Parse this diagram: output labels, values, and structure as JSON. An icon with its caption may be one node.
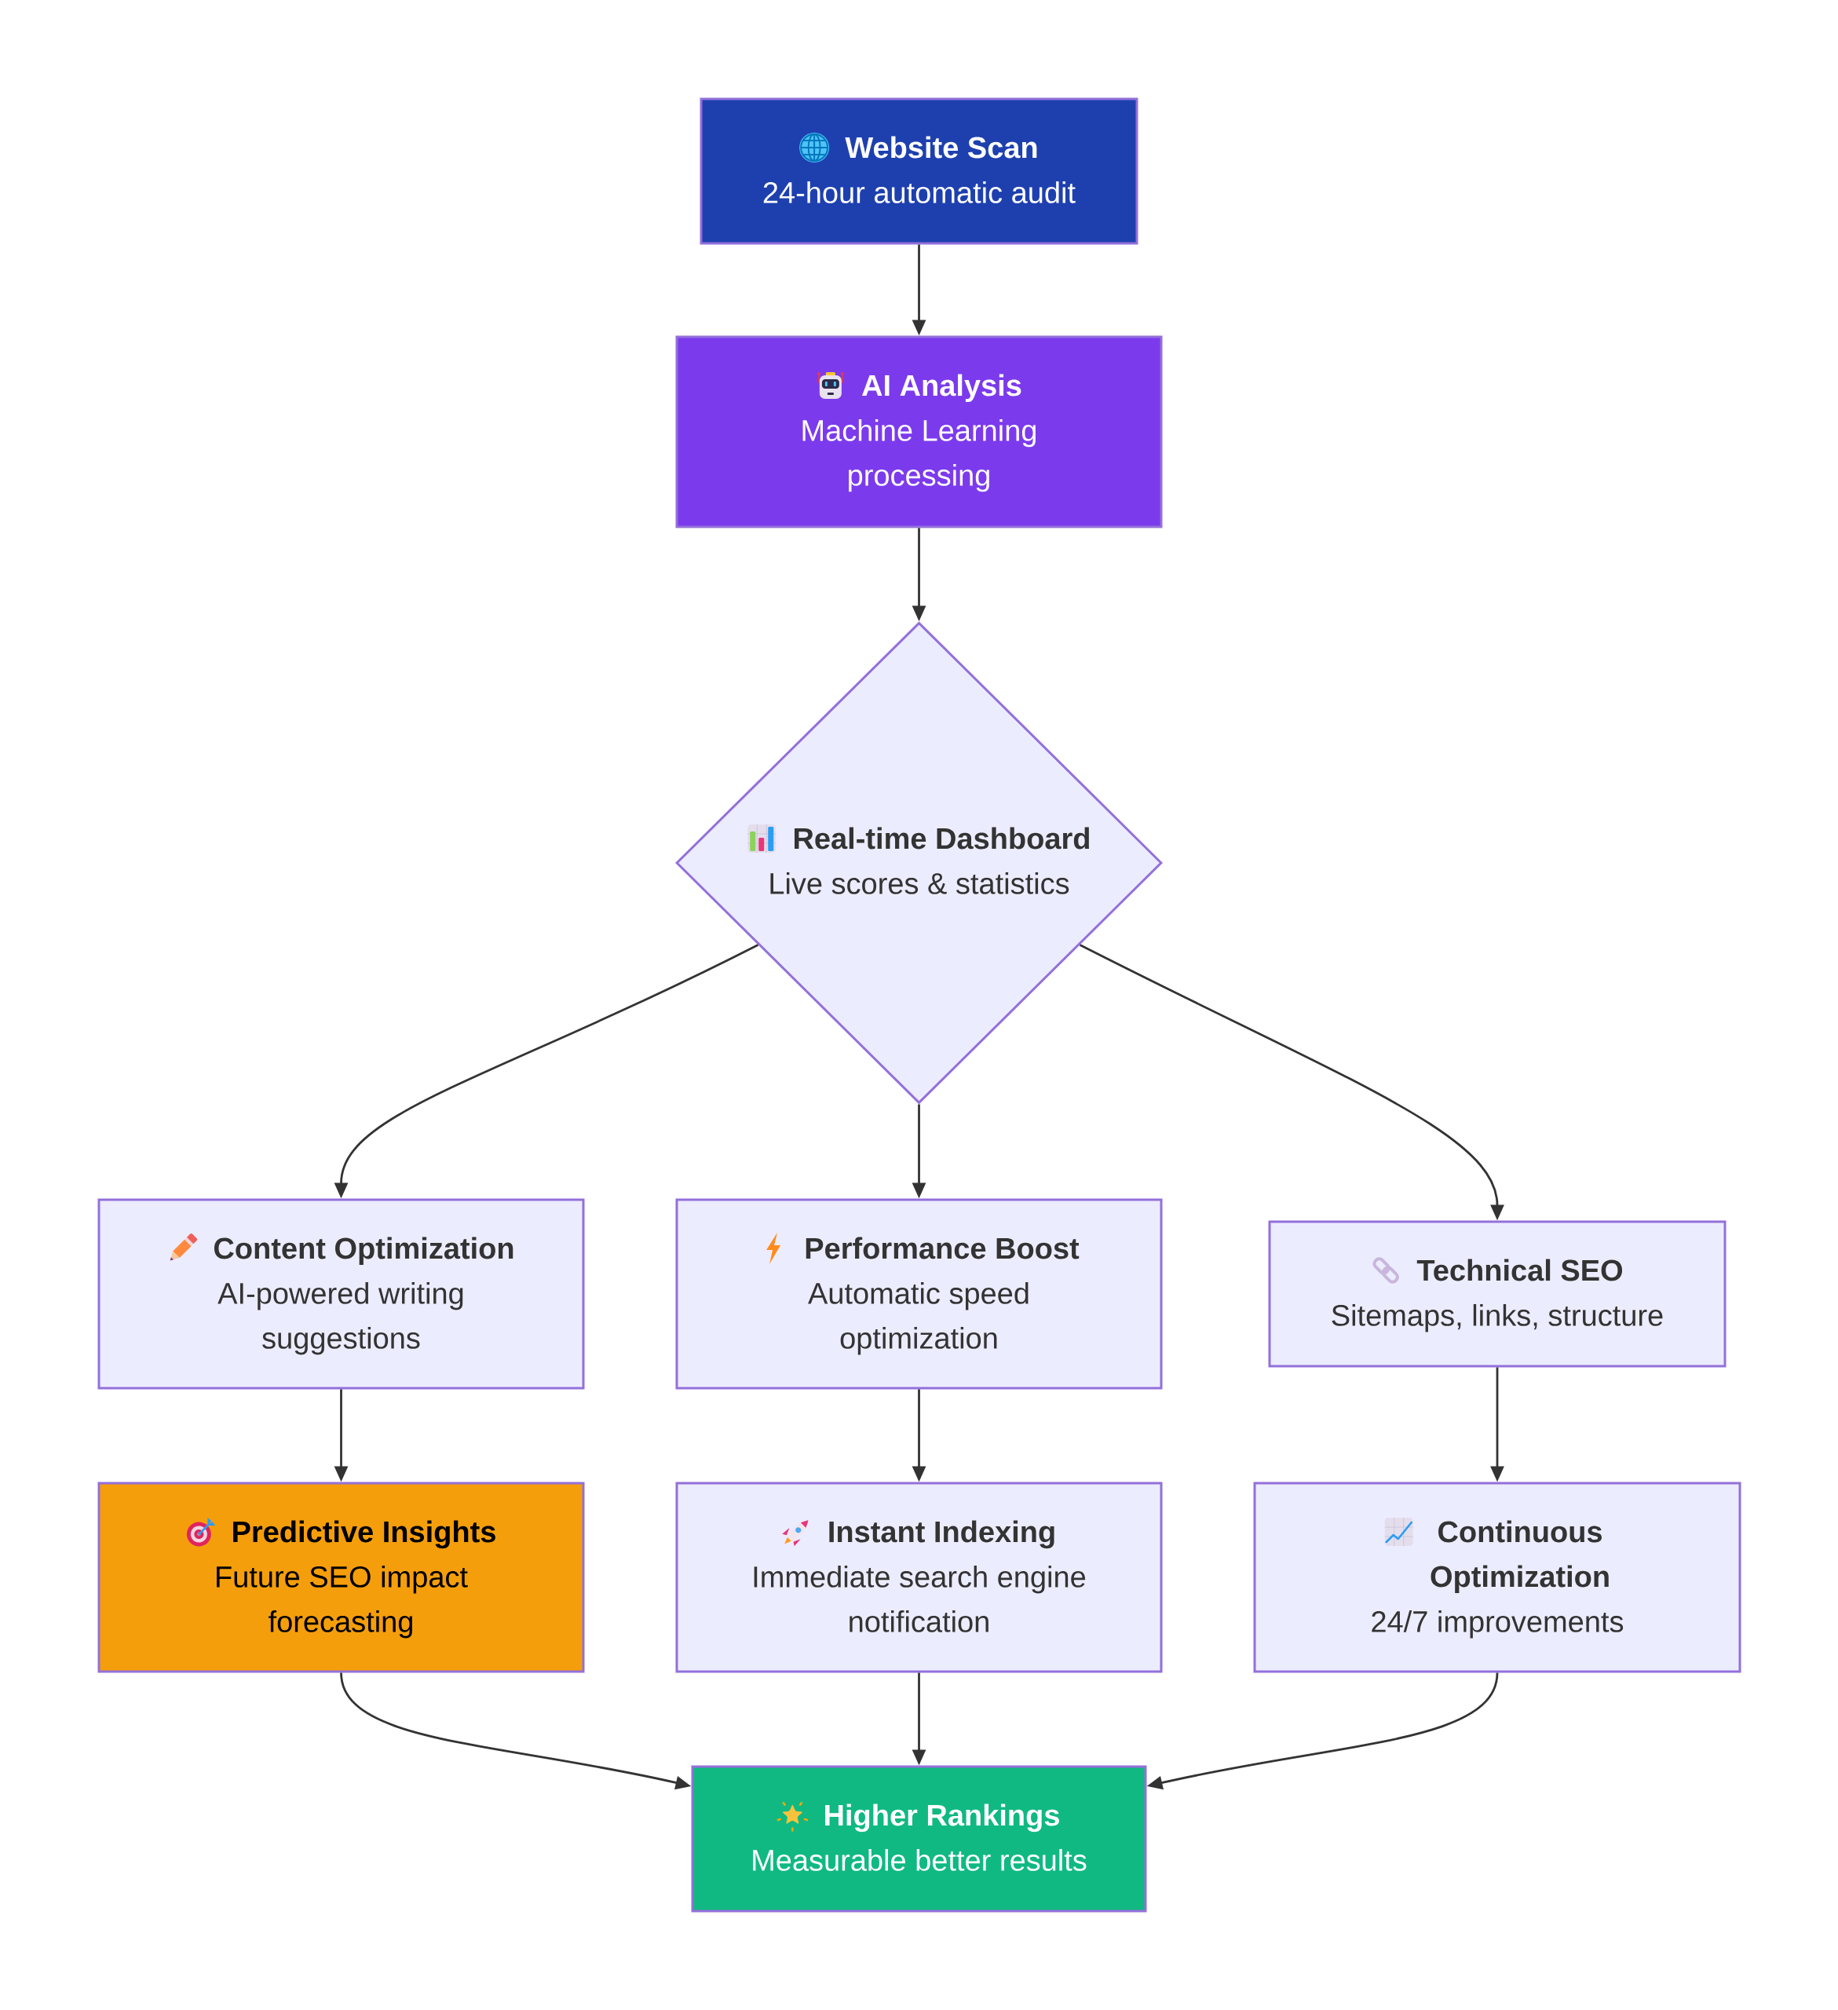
{
  "diagram": {
    "nodes": [
      {
        "text": [
          "Website Scan",
          "24-hour automatic audit"
        ]
      },
      {
        "text": [
          "AI Analysis",
          "Machine Learning processing"
        ]
      },
      {
        "text": [
          "Real-time Dashboard",
          "Live scores & statistics"
        ]
      },
      {
        "text": [
          "Content Optimization",
          "AI-powered writing suggestions"
        ]
      },
      {
        "text": [
          "Performance Boost",
          "Automatic speed optimization"
        ]
      },
      {
        "text": [
          "Technical SEO",
          "Sitemaps, links, structure"
        ]
      },
      {
        "text": [
          "Predictive Insights",
          "Future SEO impact forecasting"
        ]
      },
      {
        "text": [
          "Instant Indexing",
          "Immediate search engine notification"
        ]
      },
      {
        "text": [
          "Continuous Optimization",
          "24/7 improvements"
        ]
      },
      {
        "text": [
          "Higher Rankings",
          "Measurable better results"
        ]
      }
    ],
    "edges": [
      {
        "from": 0,
        "to": 1,
        "arrow": "to"
      },
      {
        "from": 1,
        "to": 2,
        "arrow": "to"
      },
      {
        "from": 2,
        "to": 3,
        "arrow": "to"
      },
      {
        "from": 2,
        "to": 4,
        "arrow": "to"
      },
      {
        "from": 2,
        "to": 5,
        "arrow": "to"
      },
      {
        "from": 3,
        "to": 6,
        "arrow": "to"
      },
      {
        "from": 4,
        "to": 7,
        "arrow": "to"
      },
      {
        "from": 5,
        "to": 8,
        "arrow": "to"
      },
      {
        "from": 6,
        "to": 9,
        "arrow": "to"
      },
      {
        "from": 7,
        "to": 9,
        "arrow": "to"
      },
      {
        "from": 8,
        "to": 9,
        "arrow": "to"
      }
    ]
  }
}
